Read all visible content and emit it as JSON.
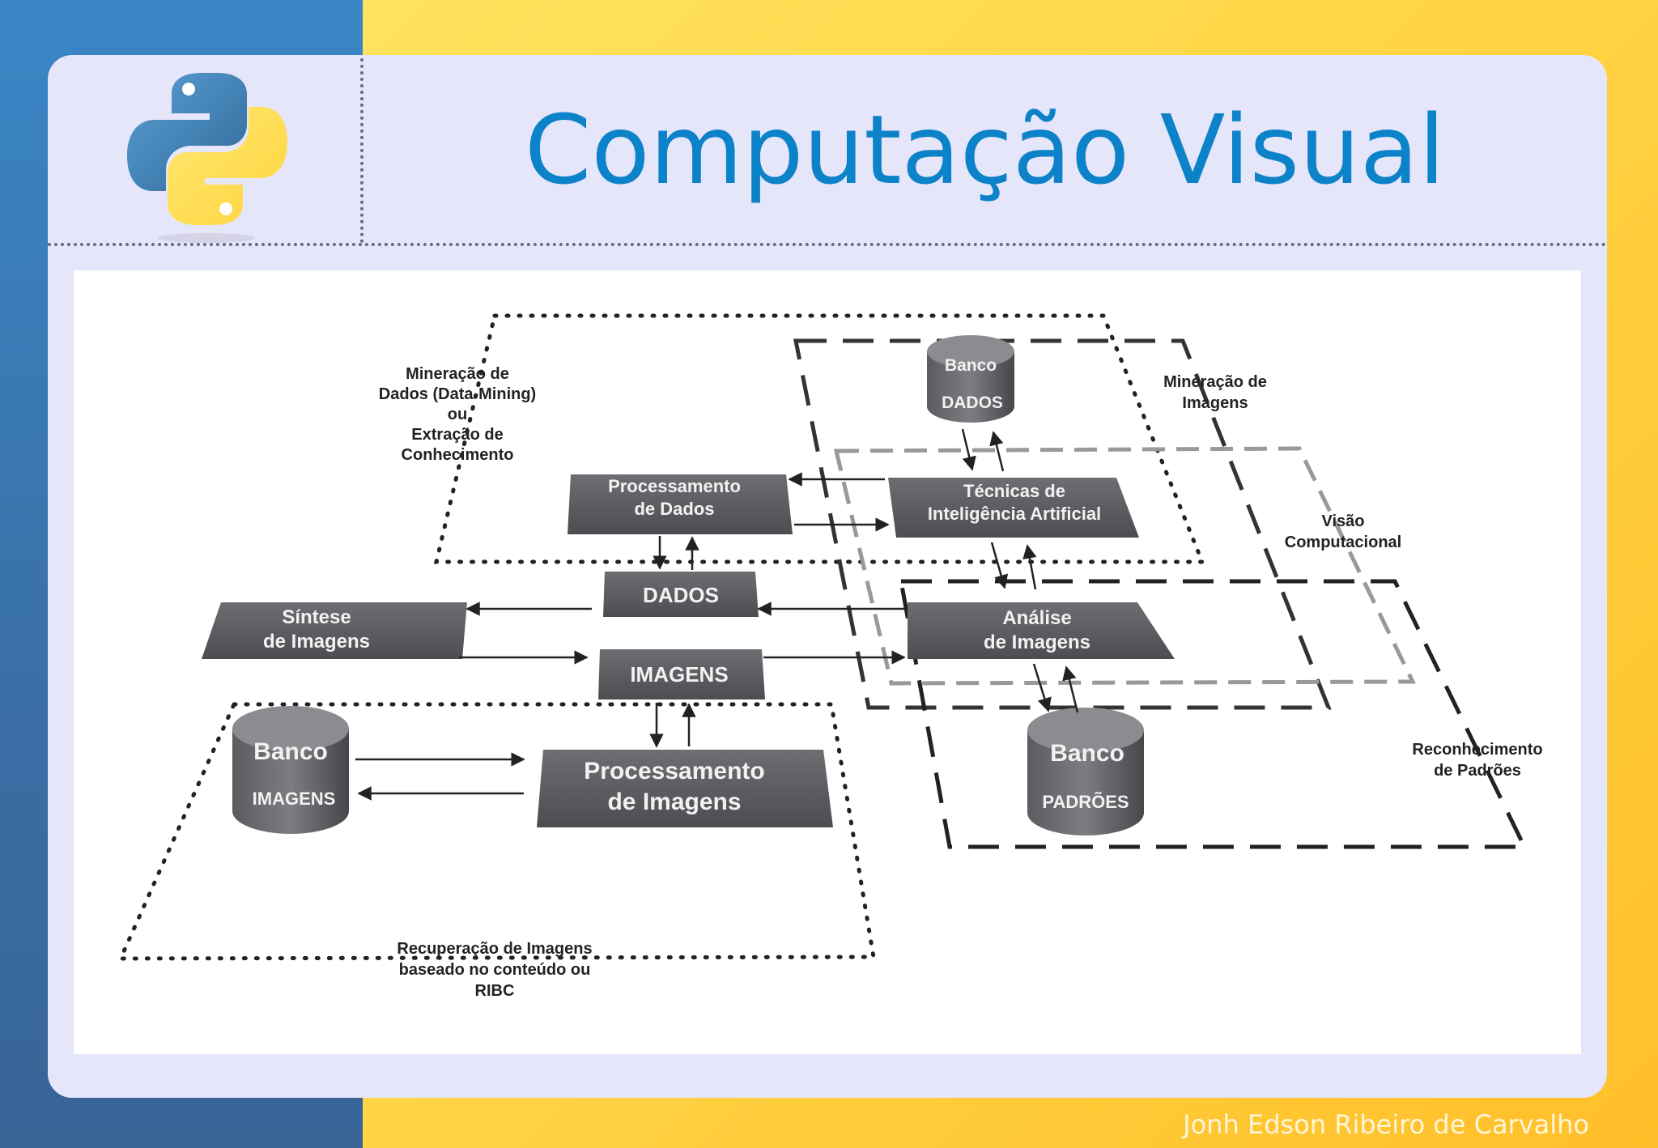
{
  "slide": {
    "title": "Computação Visual",
    "author": "Jonh Edson Ribeiro de Carvalho",
    "logo_icon": "python-logo-icon"
  },
  "diagram": {
    "regions": {
      "data_mining": [
        "Mineração de",
        "Dados (Data-Mining)",
        "ou",
        "Extração de",
        "Conhecimento"
      ],
      "image_mining": [
        "Mineração de",
        "Imagens"
      ],
      "computer_vision": [
        "Visão",
        "Computacional"
      ],
      "pattern_recognition": [
        "Reconhecimento",
        "de Padrões"
      ],
      "cbir": [
        "Recuperação de Imagens",
        "baseado no conteúdo ou",
        "RIBC"
      ]
    },
    "boxes": {
      "data_processing": [
        "Processamento",
        "de Dados"
      ],
      "ai_techniques": [
        "Técnicas de",
        "Inteligência Artificial"
      ],
      "dados": "DADOS",
      "image_synthesis": [
        "Síntese",
        "de Imagens"
      ],
      "image_analysis": [
        "Análise",
        "de Imagens"
      ],
      "imagens": "IMAGENS",
      "image_processing": [
        "Processamento",
        "de Imagens"
      ]
    },
    "databases": {
      "dados": {
        "top": "Banco",
        "bottom": "DADOS"
      },
      "imagens": {
        "top": "Banco",
        "bottom": "IMAGENS"
      },
      "padroes": {
        "top": "Banco",
        "bottom": "PADRÕES"
      }
    }
  }
}
